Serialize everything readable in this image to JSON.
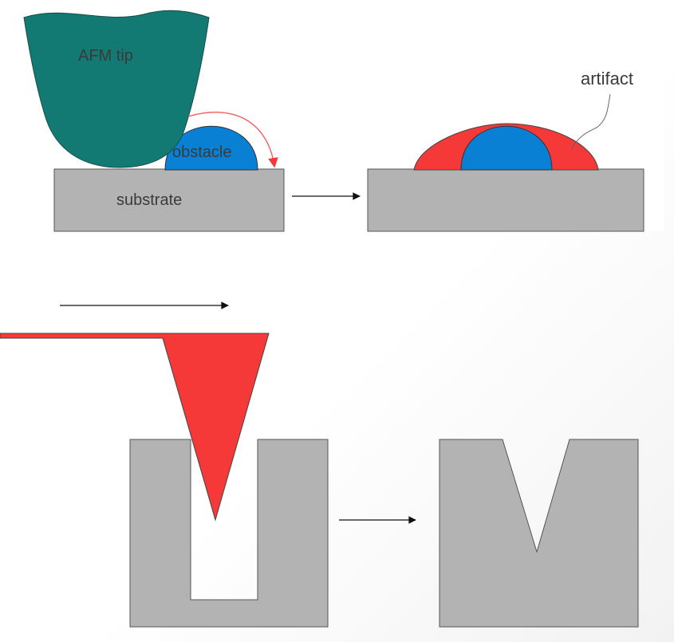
{
  "labels": {
    "afm_tip": "AFM tip",
    "obstacle": "obstacle",
    "substrate": "substrate",
    "artifact": "artifact"
  },
  "colors": {
    "tip_teal": "#127a73",
    "obstacle_blue": "#0a80d4",
    "artifact_red": "#f53838",
    "substrate_gray": "#b3b3b3",
    "outline": "#444444",
    "arrow": "#111111",
    "scan_path": "#f06060"
  }
}
